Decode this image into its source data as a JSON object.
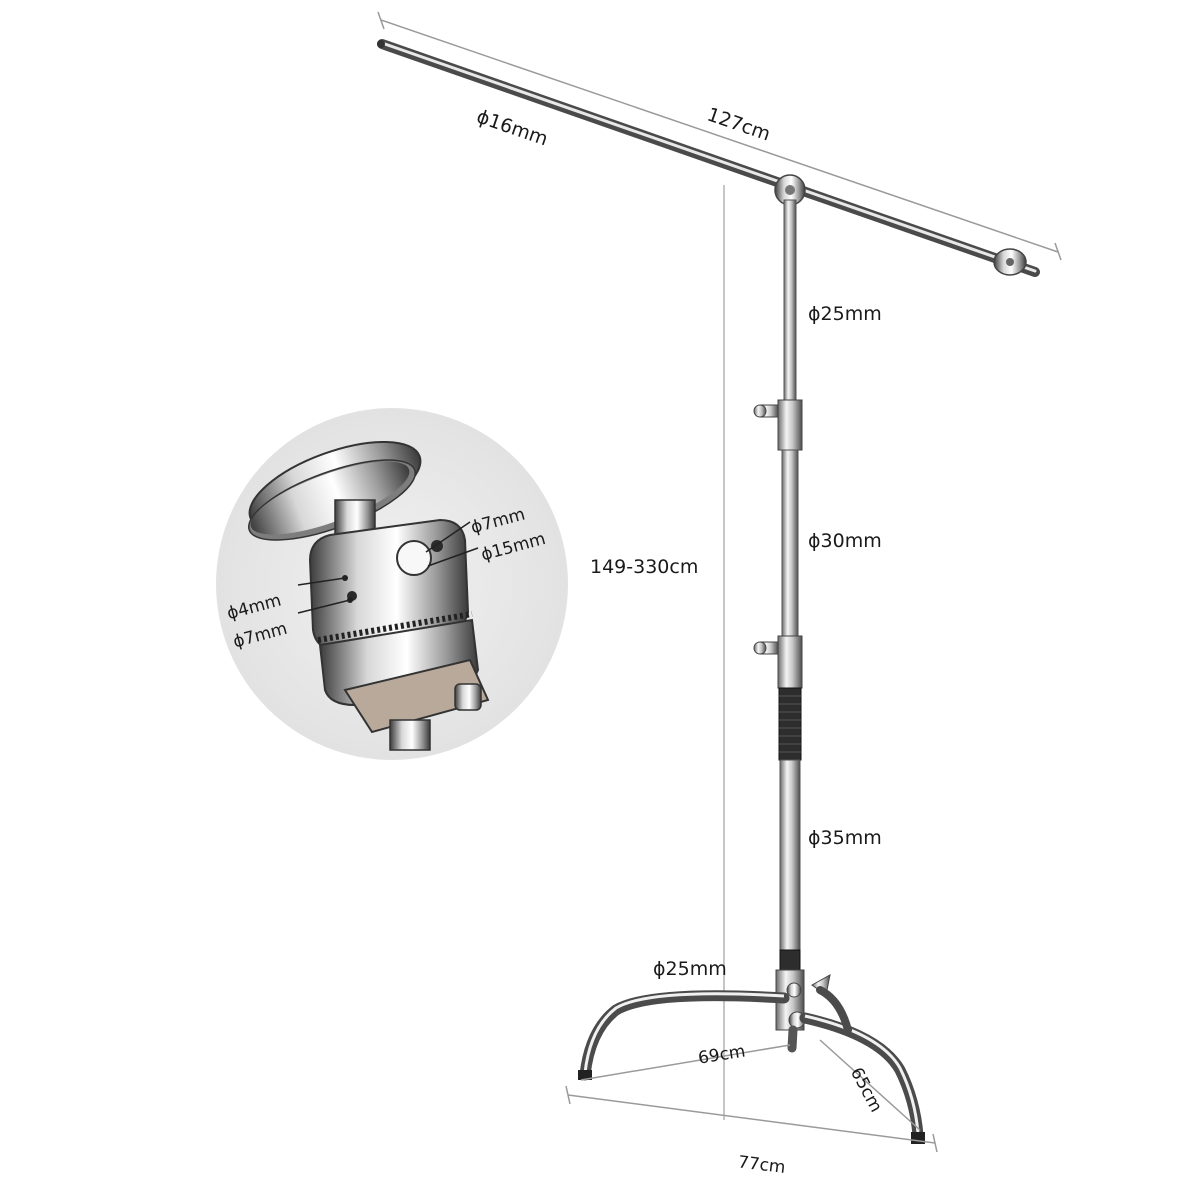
{
  "product": {
    "boom_length": "127cm",
    "boom_diameter": "ϕ16mm",
    "column_diameters": {
      "top": "ϕ25mm",
      "middle": "ϕ30mm",
      "bottom": "ϕ35mm"
    },
    "height_range": "149-330cm",
    "leg_diameter": "ϕ25mm",
    "base": {
      "front_span": "69cm",
      "side_span": "65cm",
      "back_span": "77cm"
    },
    "grip_head": {
      "hole_small": "ϕ7mm",
      "hole_large": "ϕ15mm",
      "slot_small": "ϕ4mm",
      "slot_medium": "ϕ7mm"
    }
  },
  "colors": {
    "background": "#ffffff",
    "metal_light": "#e6e6e6",
    "metal_dark": "#5a5a5a",
    "dimension_line": "#9a9a9a",
    "inset_background": "#ececec"
  }
}
